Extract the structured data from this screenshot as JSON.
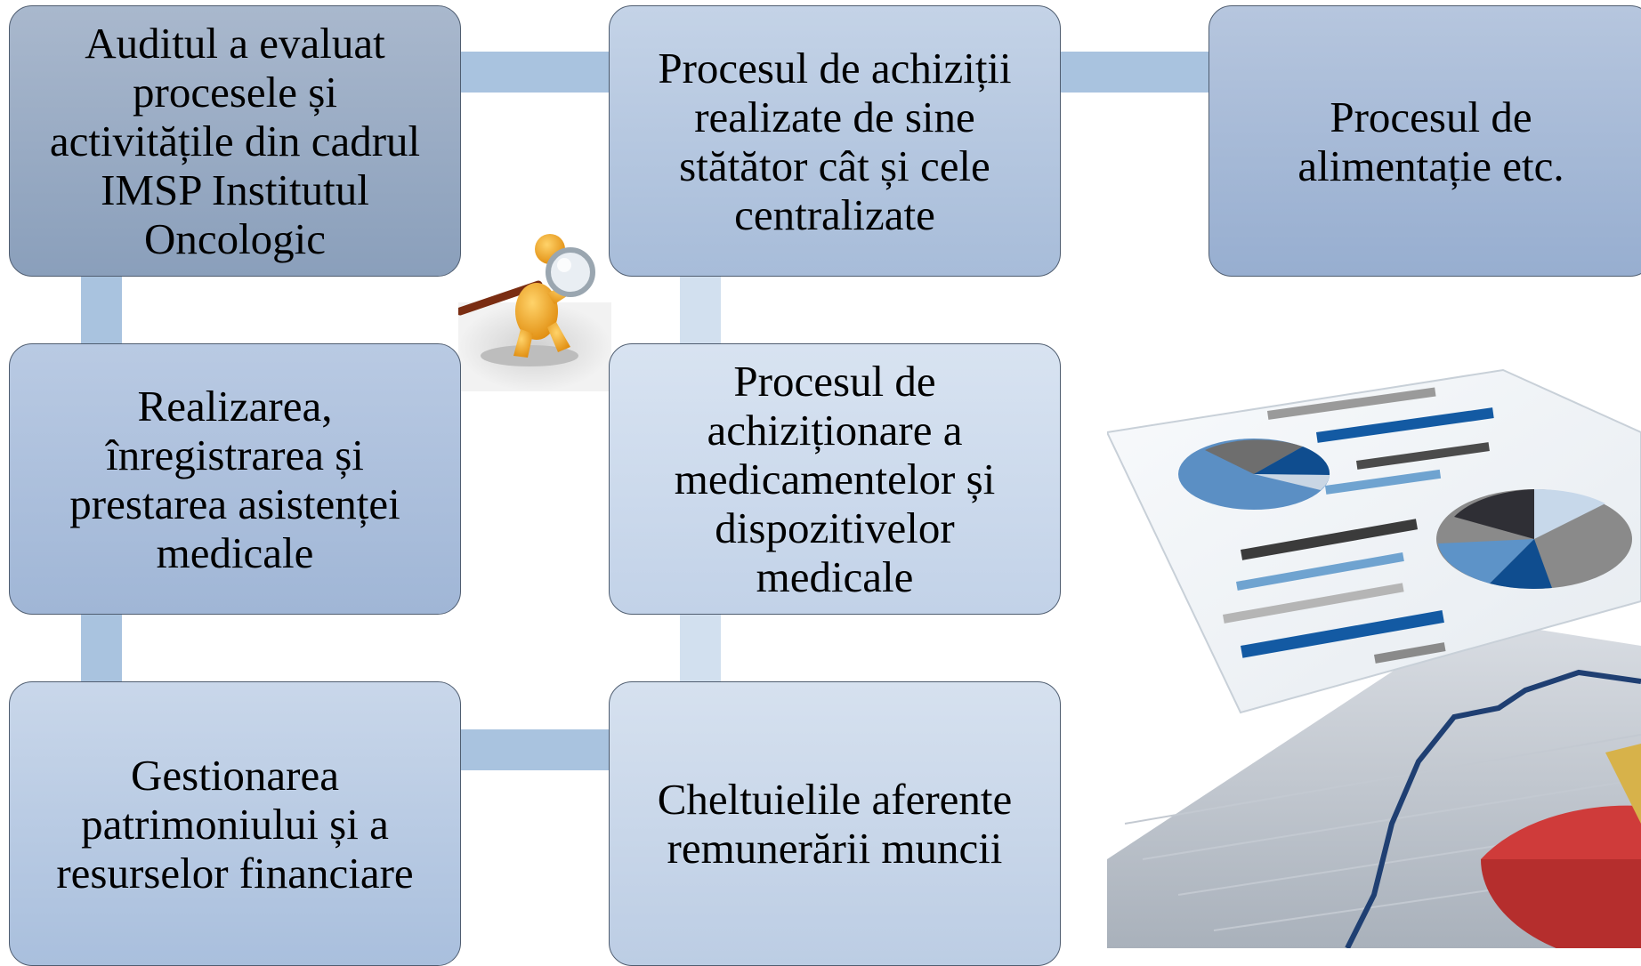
{
  "boxes": {
    "audit": "Auditul a evaluat\nprocesele și\nactivitățile din cadrul\nIMSP Institutul\nOncologic",
    "achizitii": "Procesul de achiziții\nrealizate de sine\nstătător cât și cele\ncentralizate",
    "alimentatie": "Procesul de\nalimentație etc.",
    "asistenta": "Realizarea,\nînregistrarea și\nprestarea asistenței\nmedicale",
    "medicamente": "Procesul de\nachiziționare a\nmedicamentelor și\ndispozitivelor\nmedicale",
    "patrimoniu": "Gestionarea\npatrimoniului și a\nresurselor financiare",
    "remunerare": "Cheltuielile aferente\nremunerării muncii"
  },
  "icons": {
    "inspector": "magnifying-glass-figure",
    "reports": "chart-reports-illustration"
  },
  "colors": {
    "box_dark": "#8a9fbb",
    "box_light": "#d8e3f1",
    "connector": "#a9c3df",
    "border": "#4f5d70",
    "figure": "#f2a91e"
  }
}
